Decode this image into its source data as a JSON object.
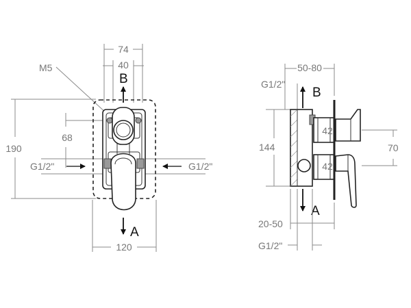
{
  "front_view": {
    "dim_width_top": "74",
    "dim_inner_top": "40",
    "dim_width_bottom": "120",
    "dim_height": "190",
    "dim_axis_spacing": "68",
    "thread_label": "M5",
    "inlet_left": "G1/2\"",
    "inlet_right": "G1/2\"",
    "outlet_top": "B",
    "outlet_bottom": "A"
  },
  "side_view": {
    "dim_depth": "50-80",
    "dim_height": "144",
    "dim_axis_spacing": "70",
    "dim_wall_depth": "20-50",
    "thread_top": "G1/2\"",
    "thread_bottom": "G1/2\"",
    "valve_upper": "42",
    "valve_lower": "42",
    "outlet_top": "B",
    "outlet_bottom": "A"
  },
  "colors": {
    "line": "#222222",
    "dimension": "#8a8a8a",
    "dimension_text": "#777777"
  }
}
